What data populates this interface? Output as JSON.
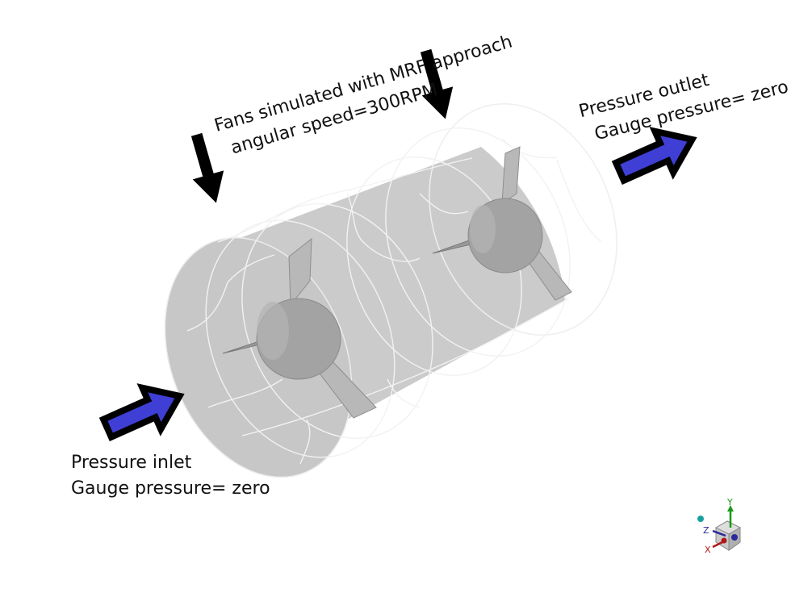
{
  "annotations": {
    "fans": {
      "line1": "Fans simulated with MRF approach",
      "line2": "angular speed=300RPM"
    },
    "outlet": {
      "line1": "Pressure outlet",
      "line2": "Gauge pressure= zero"
    },
    "inlet": {
      "line1": "Pressure inlet",
      "line2": "Gauge pressure= zero"
    }
  },
  "triad": {
    "x_label": "X",
    "y_label": "Y",
    "z_label": "Z"
  },
  "colors": {
    "cylinder_fill": "#cbcbcb",
    "cylinder_lines": "#f2f2f2",
    "hub_fill": "#a3a3a3",
    "blade_fill": "#b8b8b8",
    "flow_arrow_fill": "#3f3fd6",
    "flow_arrow_border": "#000000",
    "pointer_arrow": "#000000"
  },
  "icons": {
    "flow_arrow": "flow-direction-arrow-icon",
    "pointer_arrow": "down-arrow-icon",
    "triad": "axis-triad-icon"
  }
}
